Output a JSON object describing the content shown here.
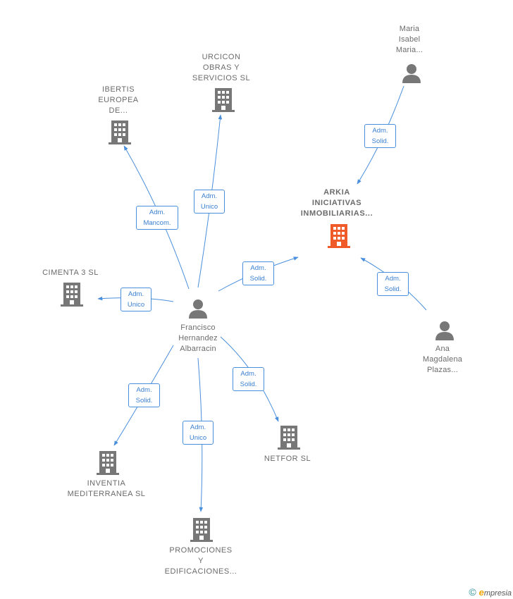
{
  "nodes": {
    "francisco": {
      "label": "Francisco\nHernandez\nAlbarracin",
      "type": "person"
    },
    "maria": {
      "label": "Maria\nIsabel\nMaria...",
      "type": "person"
    },
    "ana": {
      "label": "Ana\nMagdalena\nPlazas...",
      "type": "person"
    },
    "arkia": {
      "label": "ARKIA\nINICIATIVAS\nINMOBILIARIAS...",
      "type": "company-main"
    },
    "urcicon": {
      "label": "URCICON\nOBRAS Y\nSERVICIOS SL",
      "type": "company"
    },
    "ibertis": {
      "label": "IBERTIS\nEUROPEA\nDE...",
      "type": "company"
    },
    "cimenta": {
      "label": "CIMENTA 3 SL",
      "type": "company"
    },
    "inventia": {
      "label": "INVENTIA\nMEDITERRANEA SL",
      "type": "company"
    },
    "promociones": {
      "label": "PROMOCIONES\nY\nEDIFICACIONES...",
      "type": "company"
    },
    "netfor": {
      "label": "NETFOR SL",
      "type": "company"
    }
  },
  "edges": {
    "to_urcicon": "Adm.\nUnico",
    "to_ibertis": "Adm.\nMancom.",
    "to_arkia_francisco": "Adm.\nSolid.",
    "to_cimenta": "Adm.\nUnico",
    "to_inventia": "Adm.\nSolid.",
    "to_promociones": "Adm.\nUnico",
    "to_netfor": "Adm.\nSolid.",
    "maria_to_arkia": "Adm.\nSolid.",
    "ana_to_arkia": "Adm.\nSolid."
  },
  "colors": {
    "edge": "#4a8fdc",
    "icon_gray": "#777777",
    "icon_main": "#f05a28"
  },
  "footer": {
    "copyright": "©",
    "brand_initial": "e",
    "brand_rest": "mpresia"
  }
}
